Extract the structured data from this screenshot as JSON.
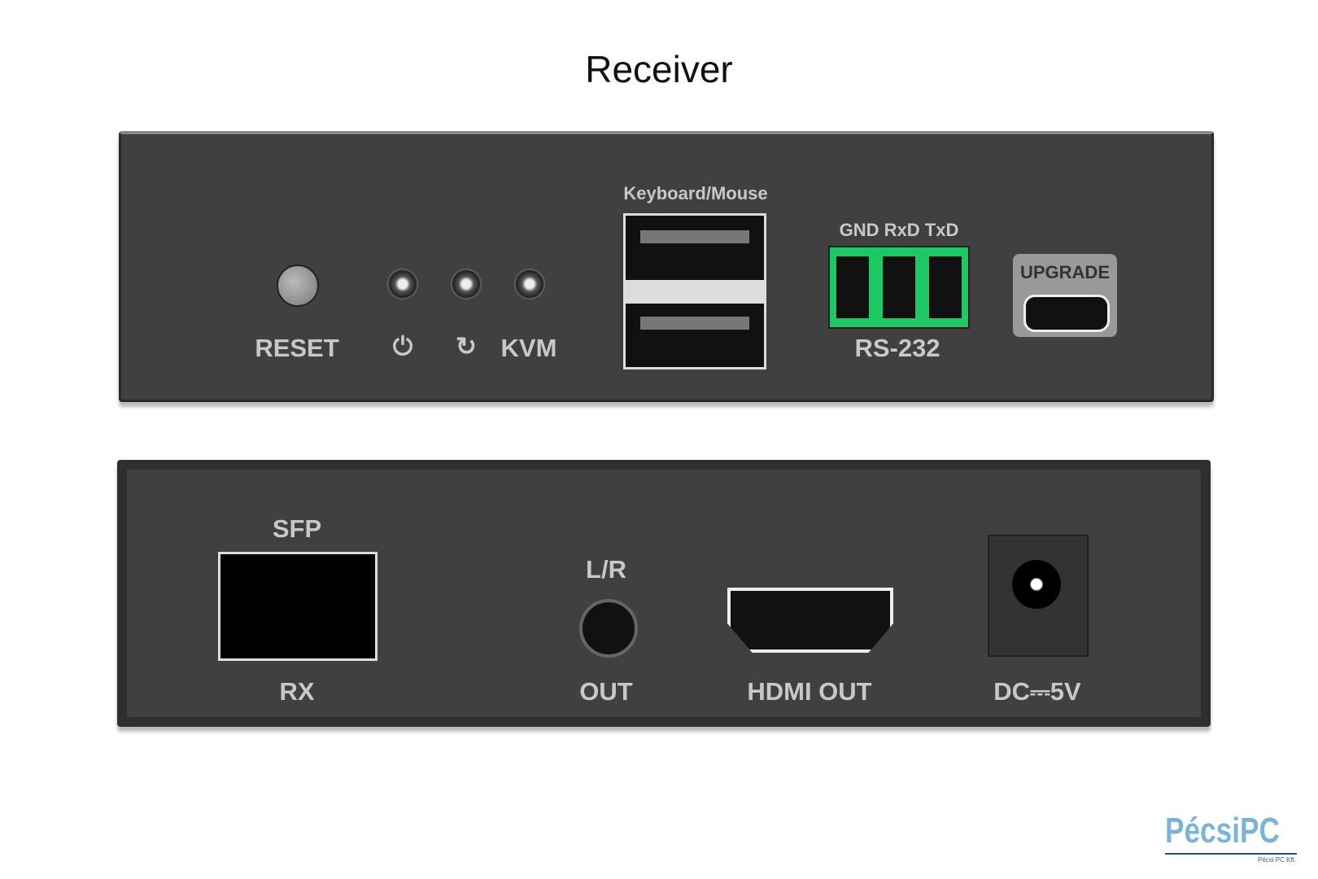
{
  "title": "Receiver",
  "front": {
    "reset": "RESET",
    "kvm": "KVM",
    "usb_label": "Keyboard/Mouse",
    "rs232_pins": "GND RxD TxD",
    "rs232": "RS-232",
    "upgrade": "UPGRADE"
  },
  "rear": {
    "sfp": "SFP",
    "rx": "RX",
    "lr": "L/R",
    "out": "OUT",
    "hdmi": "HDMI OUT",
    "dc": "DC⎓5V"
  },
  "logo": {
    "brand": "PécsiPC",
    "sub": "Pécsi PC Kft."
  },
  "colors": {
    "terminal": "#1fc864",
    "logo": "#7fb3d6"
  }
}
